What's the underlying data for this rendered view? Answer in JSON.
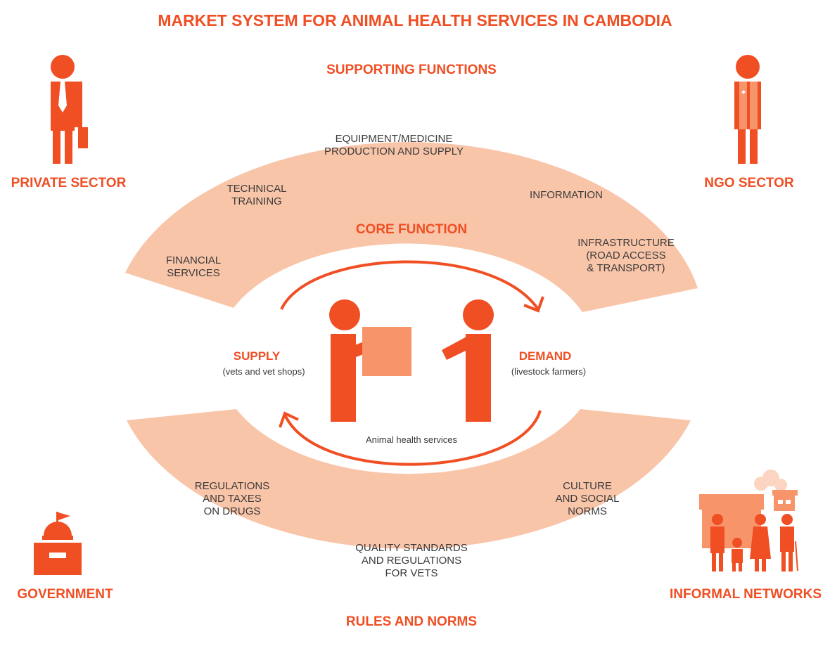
{
  "title": "MARKET SYSTEM FOR ANIMAL HEALTH SERVICES IN CAMBODIA",
  "supporting_functions": {
    "heading": "SUPPORTING FUNCTIONS",
    "items": [
      "EQUIPMENT/MEDICINE\nPRODUCTION AND SUPPLY",
      "TECHNICAL\nTRAINING",
      "INFORMATION",
      "FINANCIAL\nSERVICES",
      "INFRASTRUCTURE\n(ROAD ACCESS\n& TRANSPORT)"
    ]
  },
  "core_function": {
    "heading": "CORE FUNCTION",
    "supply_label": "SUPPLY",
    "supply_sub": "(vets and vet shops)",
    "demand_label": "DEMAND",
    "demand_sub": "(livestock farmers)",
    "exchange_label": "Animal health services"
  },
  "rules_norms": {
    "heading": "RULES AND NORMS",
    "items": [
      "REGULATIONS\nAND TAXES\nON DRUGS",
      "CULTURE\nAND SOCIAL\nNORMS",
      "QUALITY STANDARDS\nAND REGULATIONS\nFOR VETS"
    ]
  },
  "actors": {
    "private": "PRIVATE SECTOR",
    "ngo": "NGO SECTOR",
    "government": "GOVERNMENT",
    "informal": "INFORMAL NETWORKS"
  },
  "colors": {
    "accent": "#f04e23",
    "band": "#f9c5a9",
    "box": "#f7946a"
  }
}
